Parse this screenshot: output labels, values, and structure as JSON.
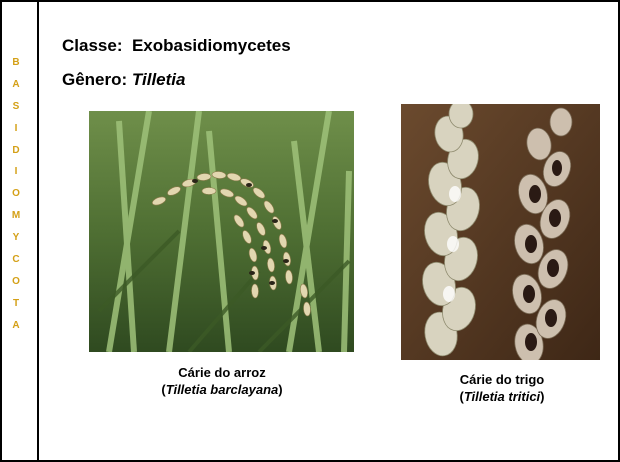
{
  "sidebar": {
    "letters": [
      "B",
      "A",
      "S",
      "I",
      "D",
      "I",
      "O",
      "M",
      "Y",
      "C",
      "O",
      "T",
      "A"
    ]
  },
  "heading": {
    "class_label": "Classe:",
    "class_value": "Exobasidiomycetes",
    "genus_label": "Gênero:",
    "genus_value": "Tilletia"
  },
  "figures": {
    "rice": {
      "caption_line1": "Cárie do arroz",
      "caption_open": "(",
      "caption_species": "Tilletia barclayana",
      "caption_close": ")"
    },
    "wheat": {
      "caption_line1": "Cárie do trigo",
      "caption_open": "(",
      "caption_species": "Tilletia tritici",
      "caption_close": ")"
    }
  },
  "colors": {
    "sidebar_letters": "#d4a017",
    "text": "#000000",
    "border": "#000000"
  }
}
